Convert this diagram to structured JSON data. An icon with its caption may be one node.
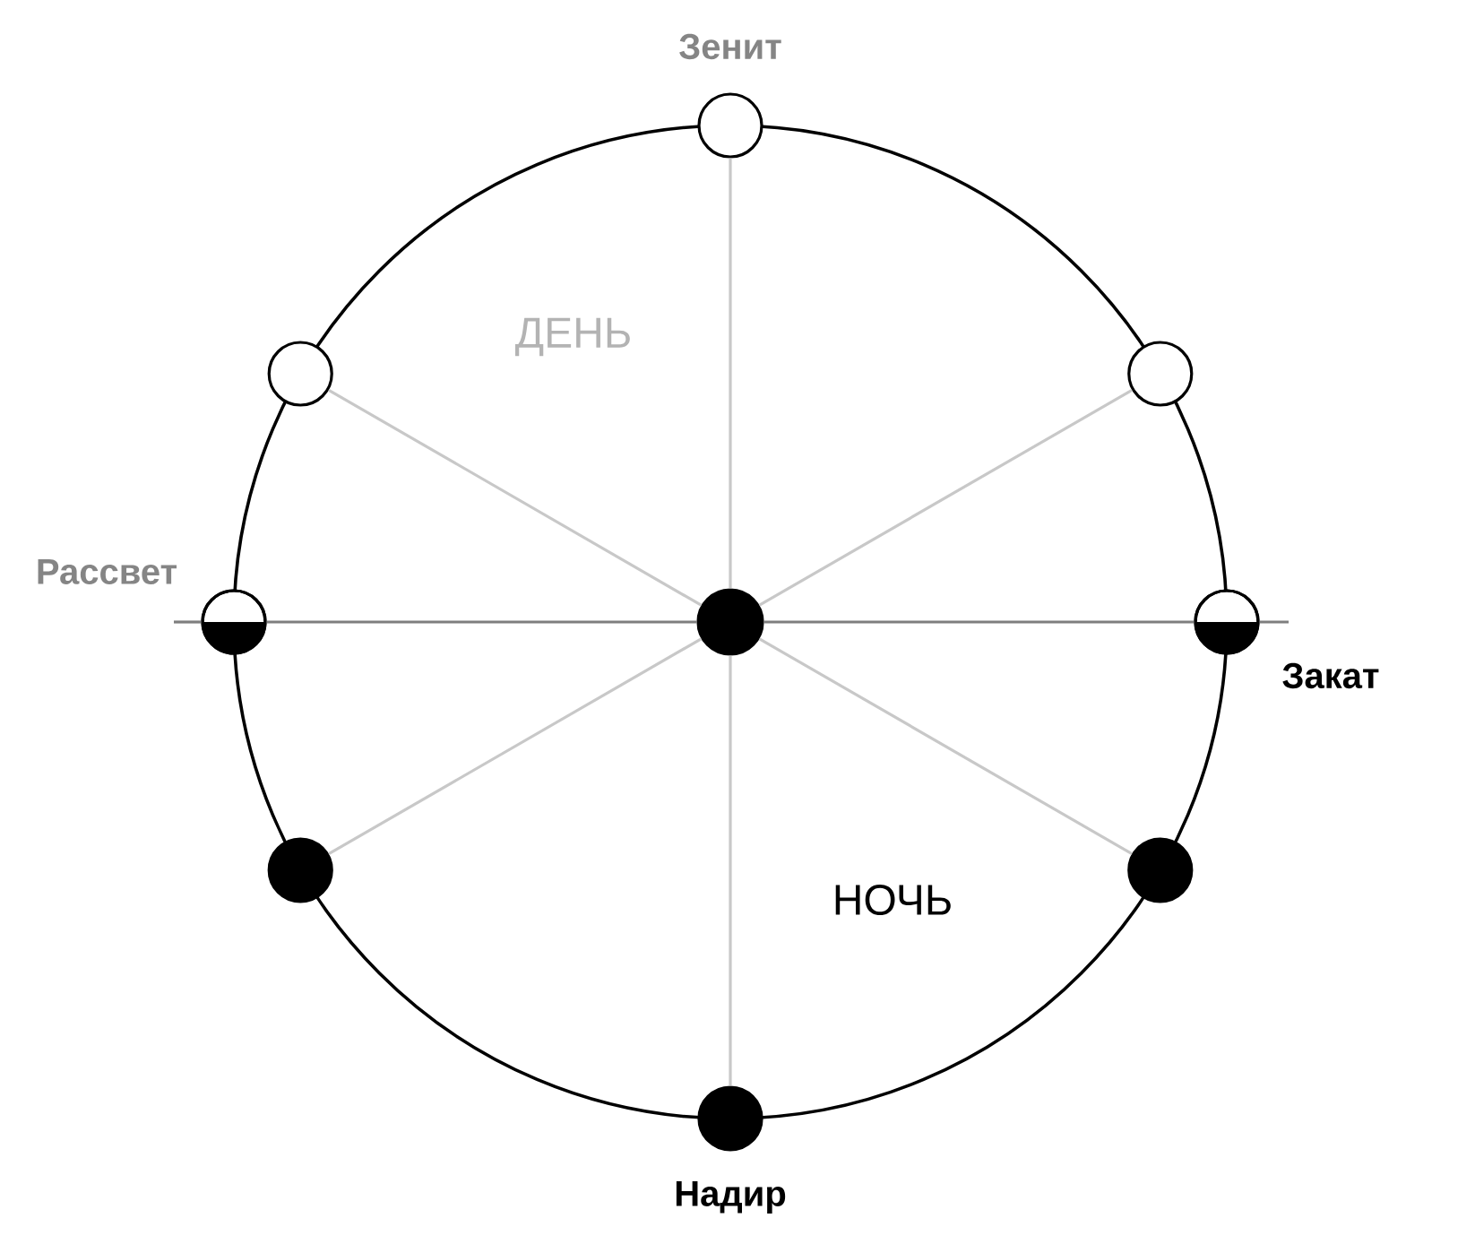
{
  "diagram": {
    "nodes": [
      {
        "text": [
          "ДЕНЬ",
          "НОЧЬ"
        ]
      },
      {
        "text": [],
        "shape": "circle",
        "beside": [
          "Зенит"
        ]
      },
      {
        "text": [],
        "shape": "circle"
      },
      {
        "text": [],
        "shape": "circle"
      },
      {
        "text": [],
        "shape": "circle",
        "beside": [
          "Рассвет"
        ]
      },
      {
        "text": [],
        "shape": "circle",
        "in": 0
      },
      {
        "text": [],
        "shape": "circle",
        "beside": [
          "Закат"
        ]
      },
      {
        "text": [],
        "shape": "circle"
      },
      {
        "text": [],
        "shape": "circle"
      },
      {
        "text": [],
        "shape": "circle",
        "beside": [
          "Надир"
        ]
      }
    ],
    "edges": [
      {
        "from": 5,
        "to": 1,
        "arrow": "none"
      },
      {
        "from": 5,
        "to": 2,
        "arrow": "none"
      },
      {
        "from": 5,
        "to": 3,
        "arrow": "none"
      },
      {
        "from": 5,
        "to": 4,
        "arrow": "none",
        "color": "#7f7f7f"
      },
      {
        "from": 5,
        "to": 6,
        "arrow": "none",
        "color": "#7f7f7f"
      },
      {
        "from": 5,
        "to": 7,
        "arrow": "none"
      },
      {
        "from": 5,
        "to": 8,
        "arrow": "none"
      },
      {
        "from": 5,
        "to": 9,
        "arrow": "none"
      }
    ]
  }
}
